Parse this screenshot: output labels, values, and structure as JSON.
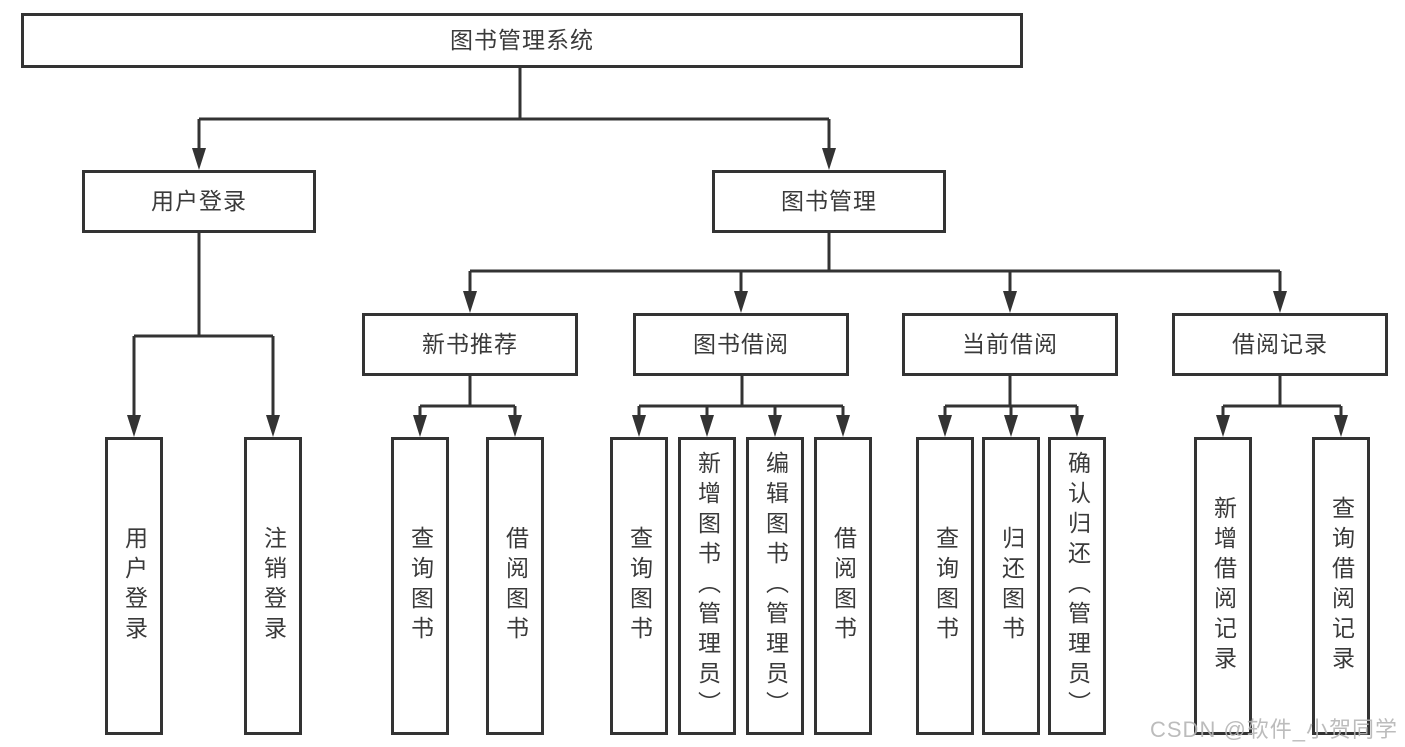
{
  "tree": {
    "root": "图书管理系统",
    "children": [
      {
        "label": "用户登录",
        "children": [
          "用户登录",
          "注销登录"
        ]
      },
      {
        "label": "图书管理",
        "children": [
          {
            "label": "新书推荐",
            "children": [
              "查询图书",
              "借阅图书"
            ]
          },
          {
            "label": "图书借阅",
            "children": [
              "查询图书",
              "新增图书（管理员）",
              "编辑图书（管理员）",
              "借阅图书"
            ]
          },
          {
            "label": "当前借阅",
            "children": [
              "查询图书",
              "归还图书",
              "确认归还（管理员）"
            ]
          },
          {
            "label": "借阅记录",
            "children": [
              "新增借阅记录",
              "查询借阅记录"
            ]
          }
        ]
      }
    ]
  },
  "watermark": "CSDN @软件_小贺同学",
  "colors": {
    "line": "#333333",
    "text": "#3a3a3a",
    "background": "#ffffff",
    "watermark": "#b5b5b5"
  }
}
